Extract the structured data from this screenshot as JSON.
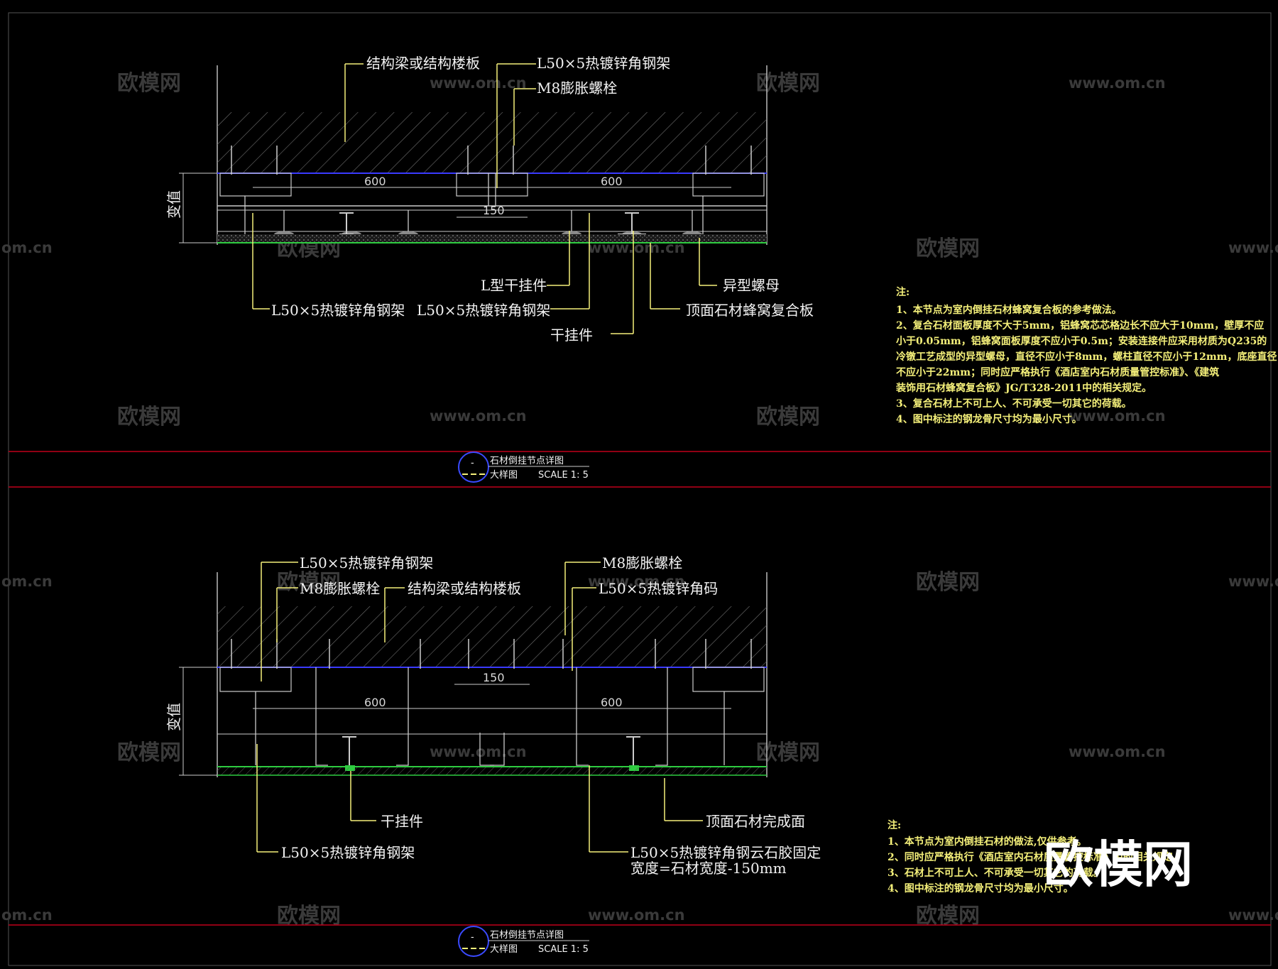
{
  "watermark": {
    "brand": "欧模网",
    "url": "www.om.cn",
    "url_cut": "om.cn"
  },
  "detail1": {
    "labels": {
      "structure": "结构梁或结构楼板",
      "angle_frame_top": "L50×5热镀锌角钢架",
      "bolt": "M8膨胀螺栓",
      "height": "变值",
      "dim_left": "600",
      "dim_right": "600",
      "dim_gap": "150",
      "l_hanger": "L型干挂件",
      "nut": "异型螺母",
      "angle_frame_left": "L50×5热镀锌角钢架",
      "angle_frame_mid": "L50×5热镀锌角钢架",
      "honeycomb": "顶面石材蜂窝复合板",
      "hanger": "干挂件"
    },
    "notes": [
      "注:",
      "1、本节点为室内倒挂石材蜂窝复合板的参考做法。",
      "2、复合石材面板厚度不大于5mm，铝蜂窝芯芯格边长不应大于10mm，壁厚不应",
      "小于0.05mm，铝蜂窝面板厚度不应小于0.5m；安装连接件应采用材质为Q235的",
      "冷镦工艺成型的异型螺母，直径不应小于8mm，螺柱直径不应小于12mm，底座直径",
      "不应小于22mm；同时应严格执行《酒店室内石材质量管控标准》、《建筑",
      "装饰用石材蜂窝复合板》JG/T328-2011中的相关规定。",
      "3、复合石材上不可上人、不可承受一切其它的荷载。",
      "4、图中标注的钢龙骨尺寸均为最小尺寸。"
    ],
    "title": {
      "symbol": "-",
      "name": "石材倒挂节点详图",
      "sub": "大样图",
      "scale": "SCALE 1: 5"
    }
  },
  "detail2": {
    "labels": {
      "angle_frame_top": "L50×5热镀锌角钢架",
      "bolt_left": "M8膨胀螺栓",
      "structure": "结构梁或结构楼板",
      "bolt_right": "M8膨胀螺栓",
      "angle_code": "L50×5热镀锌角码",
      "height": "变值",
      "dim_gap": "150",
      "dim_left": "600",
      "dim_right": "600",
      "hanger": "干挂件",
      "finish": "顶面石材完成面",
      "angle_frame_left": "L50×5热镀锌角钢架",
      "glue_line1": "L50×5热镀锌角钢云石胶固定",
      "glue_line2": "宽度=石材宽度-150mm"
    },
    "notes": [
      "注:",
      "1、本节点为室内倒挂石材的做法,仅供参考。",
      "2、同时应严格执行《酒店室内石材质量管控标准》中的相关规定。",
      "3、石材上不可上人、不可承受一切其它的荷载。",
      "4、图中标注的钢龙骨尺寸均为最小尺寸。"
    ],
    "title": {
      "symbol": "-",
      "name": "石材倒挂节点详图",
      "sub": "大样图",
      "scale": "SCALE 1: 5"
    }
  },
  "colors": {
    "background": "#000000",
    "leader": "#f5f07a",
    "red_line": "#c0001a",
    "blue_line": "#3a3aff",
    "green_line": "#2ecc40",
    "title_circle": "#3a4aff"
  }
}
